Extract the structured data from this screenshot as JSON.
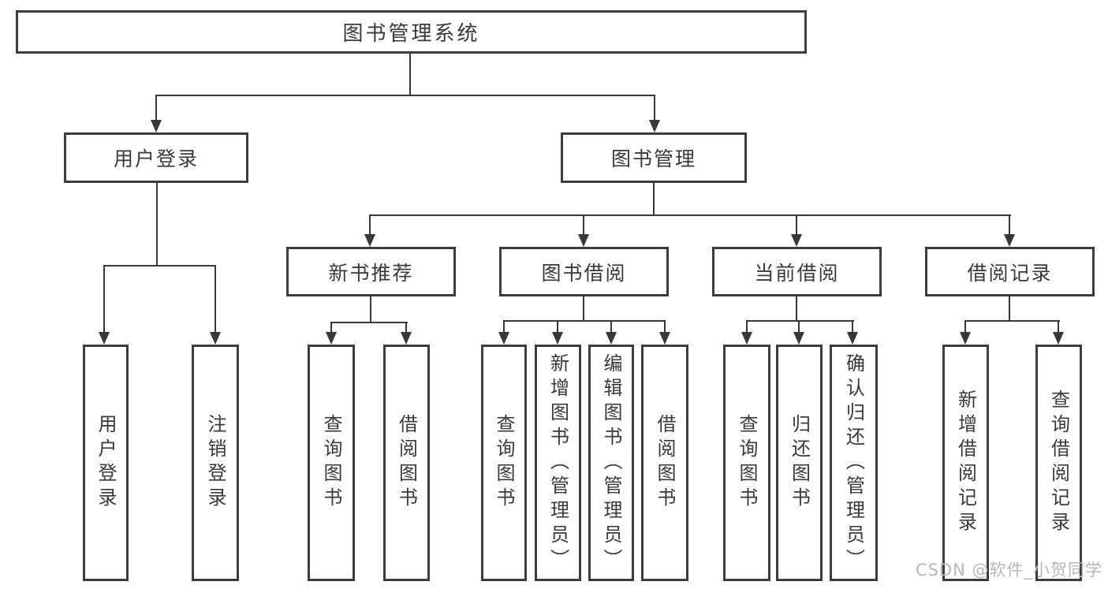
{
  "tree": {
    "root": {
      "label": "图书管理系统"
    },
    "level2": [
      {
        "label": "用户登录"
      },
      {
        "label": "图书管理"
      }
    ],
    "level3": [
      {
        "label": "新书推荐"
      },
      {
        "label": "图书借阅"
      },
      {
        "label": "当前借阅"
      },
      {
        "label": "借阅记录"
      }
    ],
    "leaves": [
      {
        "label": "用户登录"
      },
      {
        "label": "注销登录"
      },
      {
        "label": "查询图书"
      },
      {
        "label": "借阅图书"
      },
      {
        "label": "查询图书"
      },
      {
        "label": "新增图书（管理员）"
      },
      {
        "label": "编辑图书（管理员）"
      },
      {
        "label": "借阅图书"
      },
      {
        "label": "查询图书"
      },
      {
        "label": "归还图书"
      },
      {
        "label": "确认归还（管理员）"
      },
      {
        "label": "新增借阅记录"
      },
      {
        "label": "查询借阅记录"
      }
    ]
  },
  "watermark": {
    "text": "CSDN @软件_小贺同学"
  },
  "colors": {
    "border": "#3c3c3c",
    "line": "#383838",
    "text": "#3a3a3a",
    "watermark": "#b9b9b9",
    "background": "#ffffff"
  }
}
